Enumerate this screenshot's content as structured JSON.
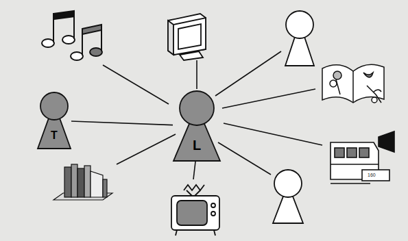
{
  "diagram": {
    "nodes": [
      {
        "text": [
          "L"
        ]
      },
      {
        "text": [
          "T"
        ]
      }
    ],
    "edges": [
      {
        "from": 1,
        "to": 0,
        "arrow": "none"
      }
    ],
    "labels": [
      "160"
    ]
  }
}
